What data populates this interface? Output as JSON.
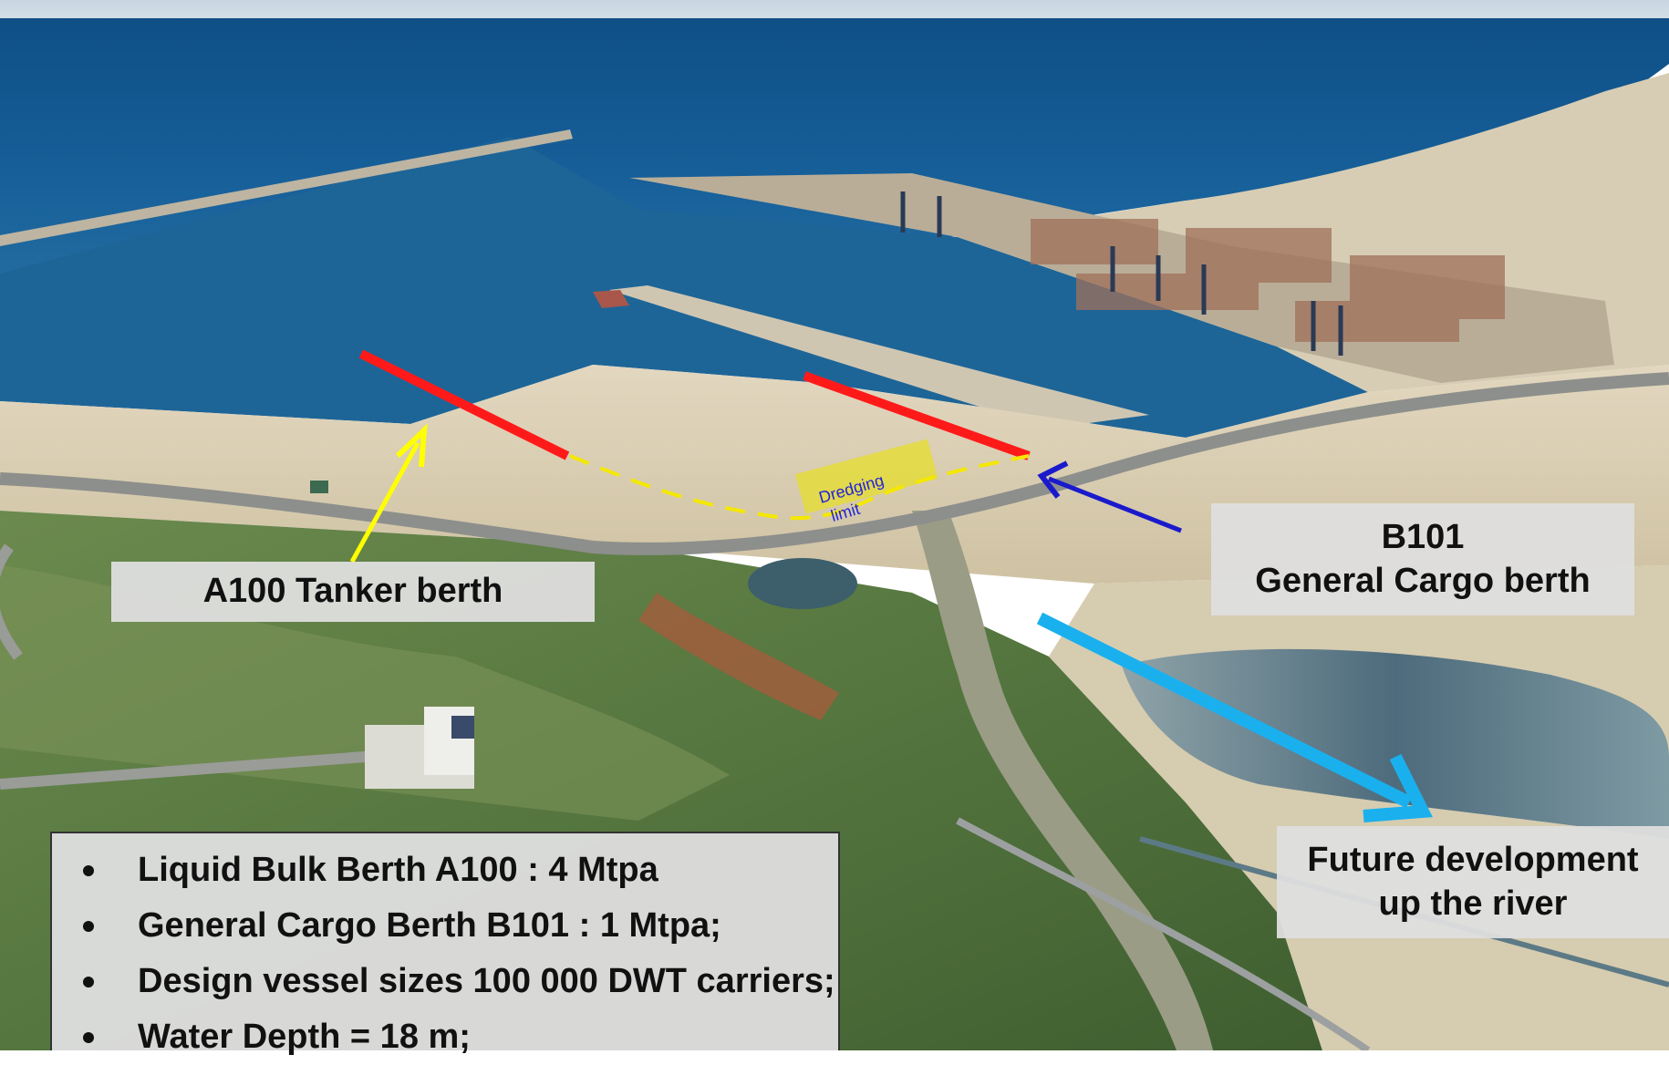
{
  "labels": {
    "tanker_berth": "A100 Tanker berth",
    "cargo_berth_line1": "B101",
    "cargo_berth_line2": "General Cargo berth",
    "future_line1": "Future development",
    "future_line2": "up the river",
    "dredging_line1": "Dredging",
    "dredging_line2": "limit"
  },
  "specs": [
    "Liquid Bulk Berth A100 : 4 Mtpa",
    "General Cargo Berth B101 : 1 Mtpa;",
    "Design vessel sizes  100 000 DWT carriers;",
    "Water Depth = 18 m;"
  ],
  "colors": {
    "berth_line": "#ff1a1a",
    "tanker_arrow": "#ffff00",
    "cargo_arrow": "#1a1acc",
    "future_arrow": "#1ab0ee",
    "dredging_line": "#f5e800"
  }
}
